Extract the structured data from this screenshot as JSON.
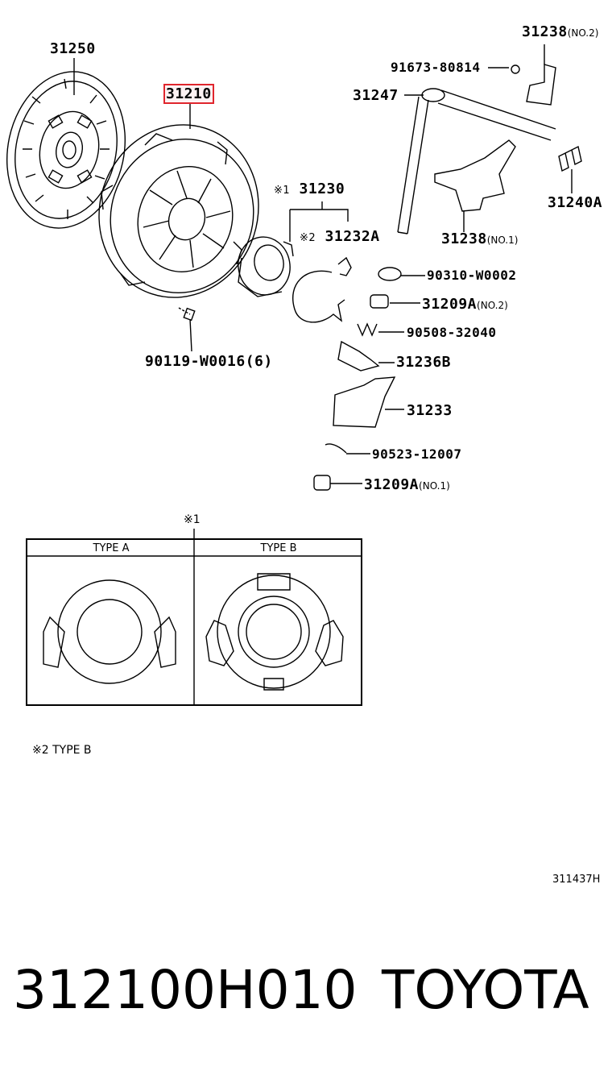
{
  "labels": {
    "disc": "31250",
    "cover": "31210",
    "bearing": "31230",
    "bearing_mark": "※1",
    "clip": "31232A",
    "clip_mark": "※2",
    "bolt_cover": "90119-W0016(6)",
    "bracket2": "31238",
    "bracket2_sub": "(NO.2)",
    "bolt_bracket": "91673-80814",
    "shaft": "31247",
    "spring": "31240A",
    "bracket1": "31238",
    "bracket1_sub": "(NO.1)",
    "bush1": "90310-W0002",
    "bush2": "31209A",
    "bush2_sub": "(NO.2)",
    "spring2": "90508-32040",
    "lever": "31236B",
    "fork": "31233",
    "ring": "90523-12007",
    "bush3": "31209A",
    "bush3_sub": "(NO.1)"
  },
  "inset": {
    "mark": "※1",
    "type_a": "TYPE A",
    "type_b": "TYPE B"
  },
  "note": "※2 TYPE B",
  "figure_code": "311437H",
  "footer": {
    "part_number": "312100H010",
    "brand": "TOYOTA"
  },
  "colors": {
    "highlight": "#e0262d",
    "ink": "#000000"
  }
}
